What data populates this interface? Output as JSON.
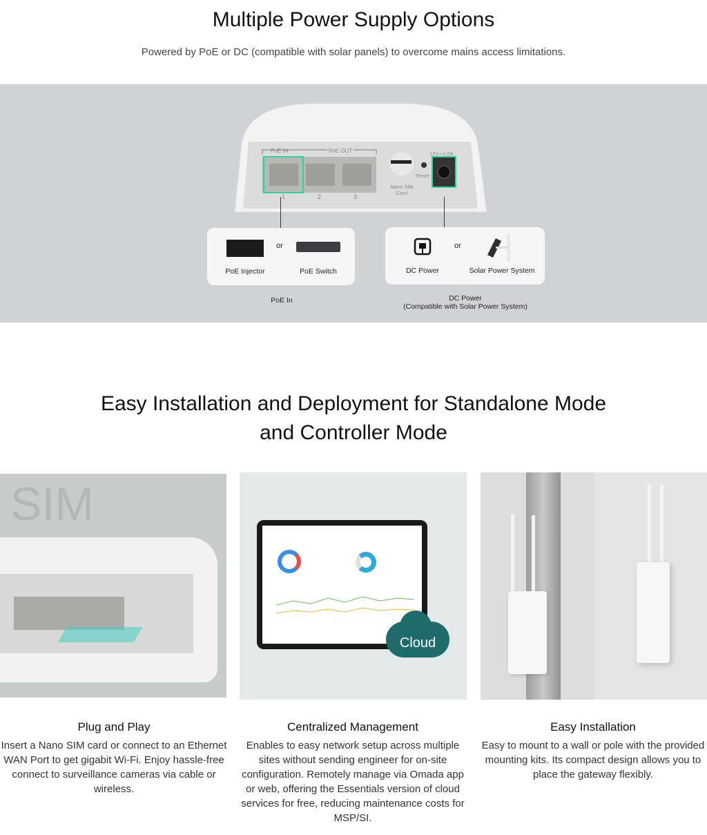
{
  "section1": {
    "title": "Multiple Power Supply Options",
    "subtitle": "Powered by PoE or DC (compatible with solar panels) to overcome mains access limitations.",
    "device_labels": {
      "poe_in": "PoE IN",
      "poe_out": "PoE OUT",
      "ports": [
        "1",
        "2",
        "3"
      ],
      "sim": "Nano SIM Card",
      "reset": "Reset",
      "dc_rating": "12V⎓2.0A"
    },
    "poe_card": {
      "items": [
        {
          "label": "PoE Injector"
        },
        {
          "label": "PoE Switch"
        }
      ],
      "or": "or",
      "caption": "PoE In"
    },
    "dc_card": {
      "items": [
        {
          "label": "DC Power",
          "icon": "power-plug-icon"
        },
        {
          "label": "Solar Power System"
        }
      ],
      "or": "or",
      "caption_line1": "DC Power",
      "caption_line2": "(Compatible with Solar Power System)"
    },
    "accent_color": "#2fd1a0"
  },
  "section2": {
    "title_line1": "Easy Installation and Deployment for Standalone Mode",
    "title_line2": "and Controller Mode",
    "tiles": [
      {
        "overlay_text": "SIM",
        "heading": "Plug and Play",
        "body": "Insert a Nano SIM card or connect to an Ethernet WAN Port to get gigabit Wi-Fi. Enjoy hassle-free connect to surveillance cameras via cable or wireless."
      },
      {
        "overlay_text": "Cloud",
        "heading": "Centralized Management",
        "body": "Enables to easy network setup across multiple sites without sending engineer for on-site configuration. Remotely manage via Omada app or web, offering the Essentials version of cloud services for free, reducing maintenance costs for MSP/SI."
      },
      {
        "heading": "Easy Installation",
        "body": "Easy to mount to a wall or pole with the provided mounting kits. Its compact design allows you to place the gateway flexibly."
      }
    ],
    "cloud_color": "#1e6b6b"
  }
}
